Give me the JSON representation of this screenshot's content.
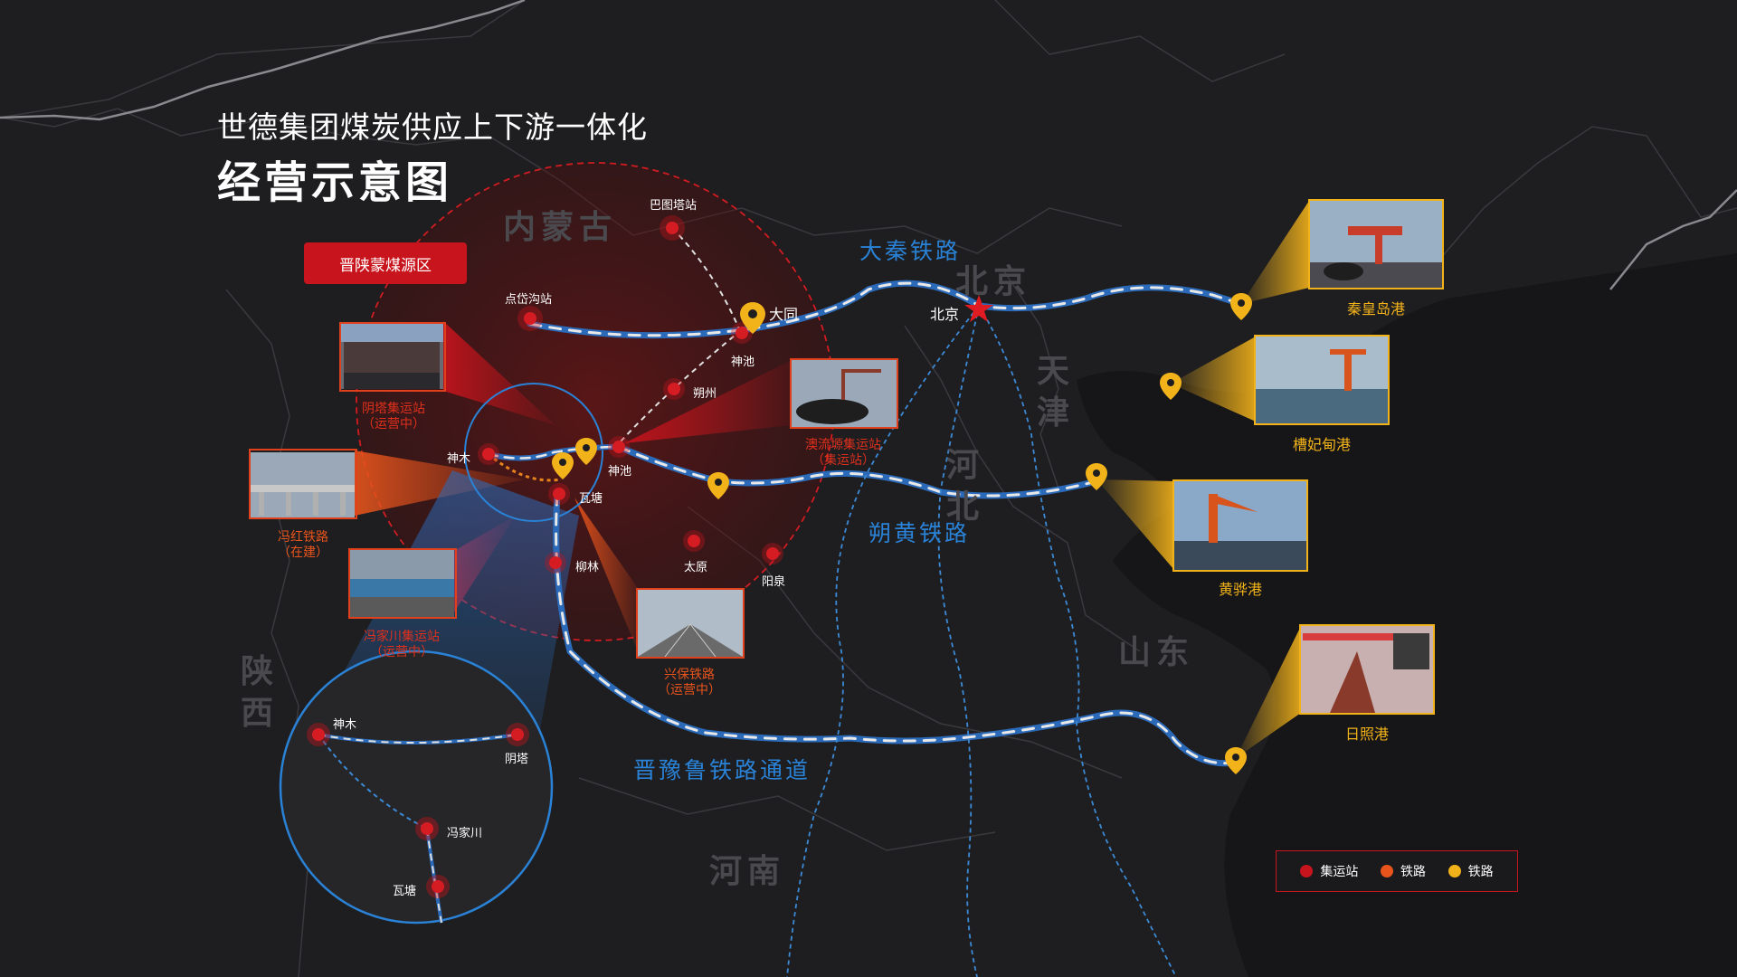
{
  "title": {
    "line1": "世德集团煤炭供应上下游一体化",
    "line2": "经营示意图"
  },
  "badge": "晋陕蒙煤源区",
  "regions": [
    "内蒙古",
    "北京",
    "天津",
    "河北",
    "山东",
    "陕西",
    "河南"
  ],
  "railways": [
    "大秦铁路",
    "朔黄铁路",
    "晋豫鲁铁路通道"
  ],
  "stations": {
    "batata": "巴图塔站",
    "dianda": "点岱沟站",
    "datong": "大同",
    "shenchi_top": "神池",
    "shuozhou": "朔州",
    "shenmu": "神木",
    "shenchi": "神池",
    "wata": "瓦塘",
    "liulin": "柳林",
    "taiyuan": "太原",
    "yangquan": "阳泉",
    "beijing": "北京"
  },
  "photo_captions": {
    "yinta": {
      "name": "阴塔集运站",
      "status": "（运营中）"
    },
    "fenghong": {
      "name": "冯红铁路",
      "status": "（在建）"
    },
    "fengjiachuan": {
      "name": "冯家川集运站",
      "status": "（运营中）"
    },
    "aoliu": {
      "name": "澳流塬集运站",
      "status": "（集运站）"
    },
    "xingbao": {
      "name": "兴保铁路",
      "status": "（运营中）"
    }
  },
  "ports": [
    "秦皇岛港",
    "槽妃甸港",
    "黄骅港",
    "日照港"
  ],
  "inset": {
    "shenmu": "神木",
    "yinta": "阴塔",
    "fengjiachuan": "冯家川",
    "wata": "瓦塘"
  },
  "legend": [
    {
      "label": "集运站",
      "color": "#c8141c"
    },
    {
      "label": "铁路",
      "color": "#e8541c"
    },
    {
      "label": "铁路",
      "color": "#f2b21a"
    }
  ]
}
